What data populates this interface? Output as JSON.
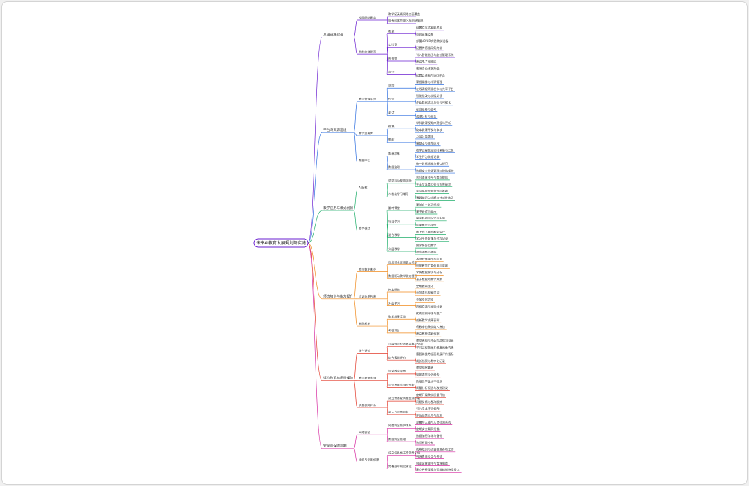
{
  "root": "未来AI教育发展规划与实施",
  "colors": [
    "#6a1fd0",
    "#2e6fe0",
    "#1fae6a",
    "#f08a1c",
    "#e23a2a",
    "#d62aa0"
  ],
  "branches": [
    {
      "label": "基础设施建设",
      "children": [
        {
          "label": "校园网络覆盖",
          "children": [
            {
              "label": "教学区无线网络全面覆盖"
            },
            {
              "label": "宿舍区宽带接入及网络管理"
            }
          ]
        },
        {
          "label": "智能终端配置",
          "children": [
            {
              "label": "教室",
              "children": [
                {
                  "label": "配置交互式智能黑板"
                },
                {
                  "label": "安装录播设备"
                }
              ]
            },
            {
              "label": "实验室",
              "children": [
                {
                  "label": "部署VR/AR实验教学设备"
                },
                {
                  "label": "配置传感器采集终端"
                }
              ]
            },
            {
              "label": "图书馆",
              "children": [
                {
                  "label": "引入智能借还与座位管理系统"
                },
                {
                  "label": "建设电子阅览区"
                }
              ]
            },
            {
              "label": "办公",
              "children": [
                {
                  "label": "教师办公终端升级"
                },
                {
                  "label": "配置云桌面与协同平台"
                }
              ]
            }
          ]
        }
      ]
    },
    {
      "label": "平台与资源建设",
      "children": [
        {
          "label": "教学管理平台",
          "children": [
            {
              "label": "课程",
              "children": [
                {
                  "label": "课程编排与排课管理"
                },
                {
                  "label": "在线课程资源发布与共享平台"
                }
              ]
            },
            {
              "label": "作业",
              "children": [
                {
                  "label": "智能批改与学情反馈"
                },
                {
                  "label": "作业数据统计分析与可视化"
                }
              ]
            },
            {
              "label": "考试",
              "children": [
                {
                  "label": "在线组卷与监考"
                },
                {
                  "label": "成绩分析与报告"
                }
              ]
            }
          ]
        },
        {
          "label": "教学资源库",
          "children": [
            {
              "label": "微课",
              "children": [
                {
                  "label": "学科微课视频库建设与更新"
                },
                {
                  "label": "校本微课开发与审核"
                }
              ]
            },
            {
              "label": "题库",
              "children": [
                {
                  "label": "分层分类题库"
                },
                {
                  "label": "错题本与推荐练习"
                }
              ]
            }
          ]
        },
        {
          "label": "数据中心",
          "children": [
            {
              "label": "数据采集",
              "children": [
                {
                  "label": "教学过程数据实时采集与汇总"
                },
                {
                  "label": "学生行为数据记录"
                }
              ]
            },
            {
              "label": "数据治理",
              "children": [
                {
                  "label": "统一数据标准与接口规范"
                },
                {
                  "label": "数据安全分级管理与隐私保护"
                }
              ]
            }
          ]
        }
      ]
    },
    {
      "label": "教学应用与模式创新",
      "children": [
        {
          "label": "AI助教",
          "children": [
            {
              "label": "课堂互动智能辅助",
              "children": [
                {
                  "label": "实时语音转写与要点提取"
                },
                {
                  "label": "学生专注度分析与预警提示"
                }
              ]
            },
            {
              "label": "个性化学习辅导",
              "children": [
                {
                  "label": "学习路径智能规划与推荐"
                },
                {
                  "label": "薄弱知识点诊断与针对性练习"
                }
              ]
            }
          ]
        },
        {
          "label": "教学模式",
          "children": [
            {
              "label": "翻转课堂",
              "children": [
                {
                  "label": "课前自主学习视频"
                },
                {
                  "label": "课中研讨与展示"
                }
              ]
            },
            {
              "label": "项目学习",
              "children": [
                {
                  "label": "跨学科项目设计与实施"
                },
                {
                  "label": "成果展示与评价"
                }
              ]
            },
            {
              "label": "混合教学",
              "children": [
                {
                  "label": "线上线下融合教学设计"
                },
                {
                  "label": "学习平台支撑与过程记录"
                }
              ]
            },
            {
              "label": "分层教学",
              "children": [
                {
                  "label": "按学情分组教学"
                },
                {
                  "label": "动态调整与跟踪"
                }
              ]
            }
          ]
        }
      ]
    },
    {
      "label": "师资培训与能力提升",
      "children": [
        {
          "label": "教师数字素养",
          "children": [
            {
              "label": "信息技术应用能力培训",
              "children": [
                {
                  "label": "基础软件操作与应用"
                },
                {
                  "label": "智能教学工具使用与实践"
                }
              ]
            },
            {
              "label": "数据驱动教学能力提升",
              "children": [
                {
                  "label": "学情数据解读与分析"
                },
                {
                  "label": "基于数据的教学决策"
                }
              ]
            }
          ]
        },
        {
          "label": "培训体系构建",
          "children": [
            {
              "label": "校本研修",
              "children": [
                {
                  "label": "定期教研活动"
                },
                {
                  "label": "示范课与观摩学习"
                }
              ]
            },
            {
              "label": "外出学习",
              "children": [
                {
                  "label": "参加专家讲座"
                },
                {
                  "label": "跨校交流与经验分享"
                }
              ]
            }
          ]
        },
        {
          "label": "激励机制",
          "children": [
            {
              "label": "教学成果奖励",
              "children": [
                {
                  "label": "优秀案例评选与推广"
                },
                {
                  "label": "创新教学成果表彰"
                }
              ]
            },
            {
              "label": "考核评价",
              "children": [
                {
                  "label": "将数字化教学纳入考核"
                },
                {
                  "label": "建立教师成长档案"
                }
              ]
            }
          ]
        }
      ]
    },
    {
      "label": "评价改革与质量保障",
      "children": [
        {
          "label": "学生评价",
          "children": [
            {
              "label": "过程性评价数据采集与分析",
              "children": [
                {
                  "label": "课堂表现与作业完成情况记录"
                },
                {
                  "label": "学习过程数据多维度画像构建"
                }
              ]
            },
            {
              "label": "综合素质评价",
              "children": [
                {
                  "label": "德智体美劳全面发展评价指标"
                },
                {
                  "label": "成长档案与数字化记录"
                }
              ]
            }
          ]
        },
        {
          "label": "教学质量监测",
          "children": [
            {
              "label": "课堂教学评估",
              "children": [
                {
                  "label": "课堂观察量表"
                },
                {
                  "label": "智能课堂分析报告"
                }
              ]
            },
            {
              "label": "学业质量监测与分析",
              "children": [
                {
                  "label": "阶段性学业水平检测"
                },
                {
                  "label": "质量分析报告与改进建议"
                }
              ]
            }
          ]
        },
        {
          "label": "质量保障体系",
          "children": [
            {
              "label": "建立常态化质量监测机制",
              "children": [
                {
                  "label": "定期开展教学质量评估"
                },
                {
                  "label": "问题反馈与整改跟踪"
                }
              ]
            },
            {
              "label": "第三方评估机制",
              "children": [
                {
                  "label": "引入专业评估机构"
                },
                {
                  "label": "评估结果公开与应用"
                }
              ]
            }
          ]
        }
      ]
    },
    {
      "label": "安全与保障机制",
      "children": [
        {
          "label": "网络安全",
          "children": [
            {
              "label": "网络安全防护体系",
              "children": [
                {
                  "label": "部署防火墙与入侵检测系统"
                },
                {
                  "label": "定期安全漏洞扫描"
                }
              ]
            },
            {
              "label": "数据安全管理",
              "children": [
                {
                  "label": "数据加密存储与备份"
                },
                {
                  "label": "访问权限控制"
                }
              ]
            }
          ]
        },
        {
          "label": "组织与制度保障",
          "children": [
            {
              "label": "成立信息化工作领导小组",
              "children": [
                {
                  "label": "统筹规划与协调推进各项工作"
                },
                {
                  "label": "明确责任分工与考核"
                }
              ]
            },
            {
              "label": "完善规章制度建设",
              "children": [
                {
                  "label": "制定设备使用与管理制度"
                },
                {
                  "label": "建立经费保障与运维机制持续投入"
                }
              ]
            }
          ]
        }
      ]
    }
  ]
}
